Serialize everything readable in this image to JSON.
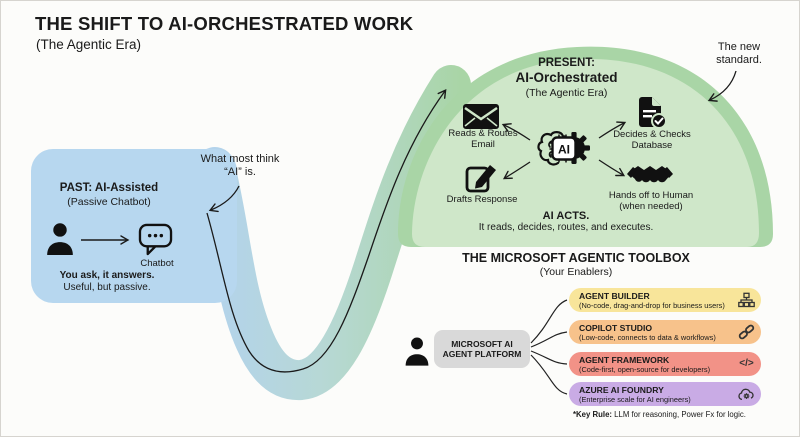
{
  "title": {
    "main": "THE SHIFT TO AI-ORCHESTRATED WORK",
    "sub": "(The Agentic Era)"
  },
  "annotations": {
    "left": "What most think “AI” is.",
    "right": "The new standard."
  },
  "past": {
    "heading": "PAST: AI-Assisted",
    "subheading": "(Passive Chatbot)",
    "person_icon": "person-icon",
    "chatbot_icon": "chat-bubble-icon",
    "chatbot_label": "Chatbot",
    "tagline_bold": "You ask, it answers.",
    "tagline": "Useful, but passive."
  },
  "present": {
    "kicker": "PRESENT:",
    "heading": "AI-Orchestrated",
    "subheading": "(The Agentic Era)",
    "center_icon": "brain-gear-ai-icon",
    "chip": "AI",
    "items": [
      {
        "label": "Reads & Routes Email",
        "icon": "envelope-icon"
      },
      {
        "label": "Decides & Checks Database",
        "icon": "document-check-icon"
      },
      {
        "label": "Drafts Response",
        "icon": "pencil-square-icon"
      },
      {
        "label": "Hands off to Human (when needed)",
        "icon": "handshake-icon"
      }
    ],
    "acts_heading": "AI ACTS.",
    "acts_text": "It reads, decides, routes, and executes."
  },
  "toolbox": {
    "heading": "THE MICROSOFT AGENTIC TOOLBOX",
    "subheading": "(Your Enablers)",
    "platform": "MICROSOFT AI AGENT PLATFORM",
    "platform_icon": "person-icon",
    "rows": [
      {
        "name": "AGENT BUILDER",
        "desc": "(No-code, drag-and-drop for business users)",
        "icon": "org-chart-icon",
        "color": "#f8e59a"
      },
      {
        "name": "COPILOT STUDIO",
        "desc": "(Low-code, connects to data & workflows)",
        "icon": "chain-link-icon",
        "color": "#f7c28b"
      },
      {
        "name": "AGENT FRAMEWORK",
        "desc": "(Code-first, open-source for developers)",
        "icon": "code-brackets-icon",
        "icon_glyph": "</>",
        "color": "#f29287"
      },
      {
        "name": "AZURE AI FOUNDRY",
        "desc": "(Enterprise scale for AI engineers)",
        "icon": "cloud-gear-icon",
        "color": "#c9abe5"
      }
    ],
    "footnote_label": "*Key Rule:",
    "footnote_text": " LLM for reasoning, Power Fx for logic."
  },
  "colors": {
    "background": "#fcfcfa",
    "ink": "#1a1a1a",
    "past_blob": "#b7d7ef",
    "band_blue": "#b3d3ec",
    "band_green": "#a9d5a6",
    "present_outer": "#a9d5a6",
    "present_inner": "#cfe7c9",
    "platform_box": "#d9d9d9",
    "row_agent_builder": "#f8e59a",
    "row_copilot_studio": "#f7c28b",
    "row_agent_framework": "#f29287",
    "row_azure_foundry": "#c9abe5"
  }
}
